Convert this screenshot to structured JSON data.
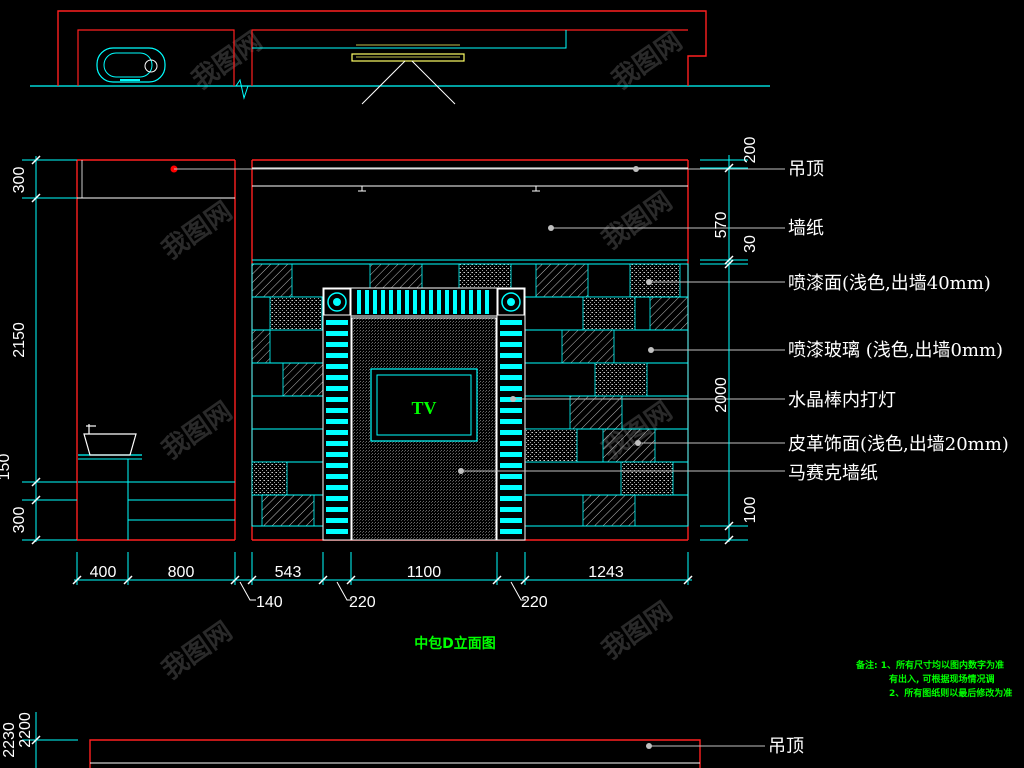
{
  "drawing": {
    "title": "中包D立面图",
    "tv_label": "TV",
    "watermark": "我图网",
    "colors": {
      "background": "#000000",
      "red": "#ff2020",
      "cyan": "#00ffff",
      "white": "#ffffff",
      "green": "#00ff00",
      "yellow": "#ffff66"
    }
  },
  "labels": [
    "吊顶",
    "墙纸",
    "喷漆面(浅色,出墙40mm)",
    "喷漆玻璃 (浅色,出墙0mm)",
    "水晶棒内打灯",
    "皮革饰面(浅色,出墙20mm)",
    "马赛克墙纸"
  ],
  "bottom_label": "吊顶",
  "dims_left": [
    "300",
    "2150",
    "150",
    "300"
  ],
  "dims_right": [
    "200",
    "570",
    "30",
    "2000",
    "100"
  ],
  "dims_bottom_top": [
    "400",
    "800",
    "543",
    "1100",
    "1243"
  ],
  "dims_bottom_low": [
    "140",
    "220",
    "220"
  ],
  "dims_bottom_drawing": [
    "2200",
    "2230"
  ],
  "notes": [
    "备注: 1、所有尺寸均以图内数字为准",
    "有出入, 可根据现场情况调",
    "2、所有图纸则以最后修改为准"
  ]
}
